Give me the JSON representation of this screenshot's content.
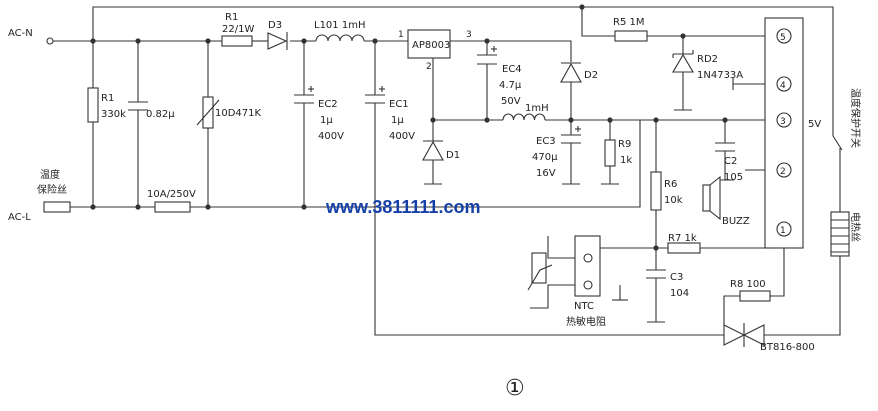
{
  "labels": {
    "ac_n": "AC-N",
    "ac_l": "AC-L",
    "fuse_1": "温度",
    "fuse_2": "保险丝",
    "r1_left": "R1",
    "r1_left_val": "330k",
    "cap_082": "0.82μ",
    "varistor": "10D471K",
    "fuse_main": "10A/250V",
    "r1_top": "R1",
    "r1_top_val": "22/1W",
    "d3": "D3",
    "l101": "L101 1mH",
    "ec2": "EC2",
    "ec2_c": "1μ",
    "ec2_v": "400V",
    "ec1": "EC1",
    "ec1_c": "1μ",
    "ec1_v": "400V",
    "ap8003": "AP8003",
    "pin1": "1",
    "pin2": "2",
    "pin3": "3",
    "ec4": "EC4",
    "ec4_c": "4.7μ",
    "ec4_v": "50V",
    "d2": "D2",
    "d1": "D1",
    "l_1mh": "1mH",
    "ec3": "EC3",
    "ec3_c": "470μ",
    "ec3_v": "16V",
    "r9": "R9",
    "r9_val": "1k",
    "r5": "R5 1M",
    "rd2": "RD2",
    "rd2_val": "1N4733A",
    "c2": "C2",
    "c2_val": "105",
    "buzz": "BUZZ",
    "r6": "R6",
    "r6_val": "10k",
    "r7": "R7 1k",
    "c3": "C3",
    "c3_val": "104",
    "r8": "R8 100",
    "ntc": "NTC",
    "ntc_cn": "热敏电阻",
    "bt": "BT816-800",
    "v5": "5V",
    "switch": "温度保护开关",
    "heater": "电热丝",
    "con_5": "5",
    "con_4": "4",
    "con_3": "3",
    "con_2": "2",
    "con_1": "1",
    "figure": "①",
    "watermark": "www.3811111.com"
  },
  "colors": {
    "wire": "#333333",
    "watermark": "#1540a8"
  }
}
